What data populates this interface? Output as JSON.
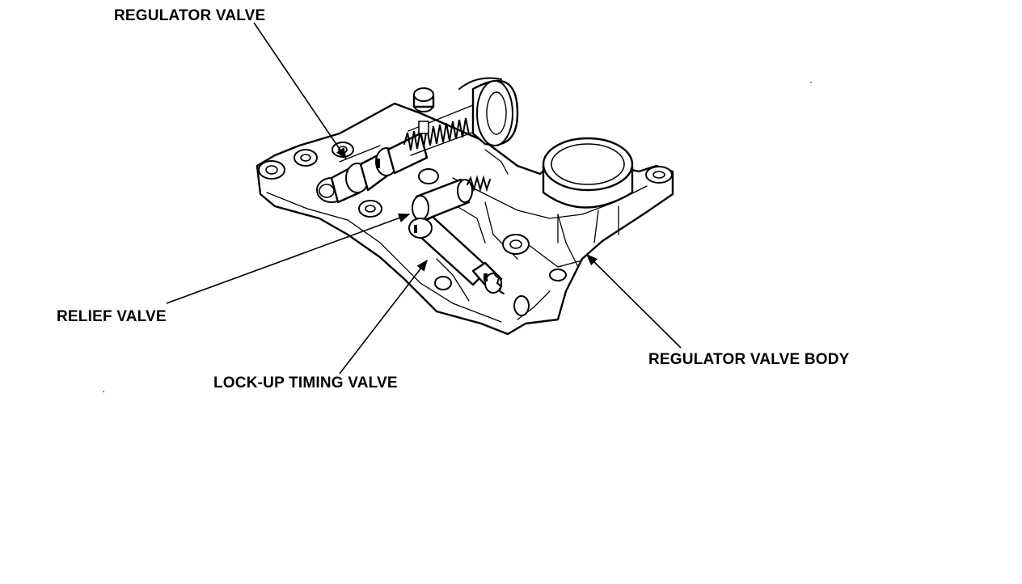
{
  "labels": {
    "regulator_valve": "REGULATOR VALVE",
    "relief_valve": "RELIEF VALVE",
    "lockup_timing_valve": "LOCK-UP TIMING VALVE",
    "regulator_valve_body": "REGULATOR VALVE BODY"
  },
  "colors": {
    "ink": "#000000",
    "paper": "#ffffff"
  }
}
